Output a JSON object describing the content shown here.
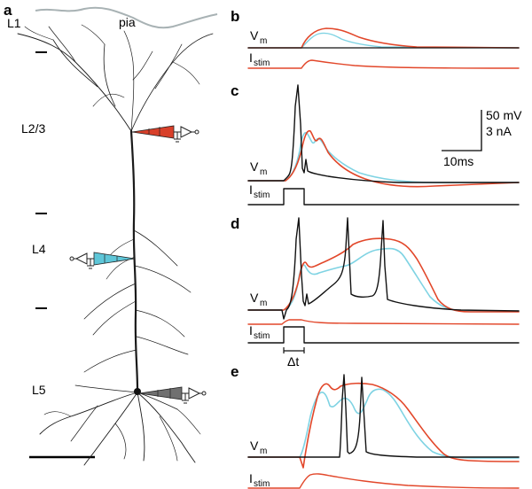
{
  "colors": {
    "black": "#111111",
    "red": "#e2472a",
    "cyan": "#7fd3e3",
    "grey_pia": "#a8b2b4",
    "pipette_red": "#d8402a",
    "pipette_cyan": "#5ec6d8",
    "pipette_grey": "#707070"
  },
  "panels": {
    "a": "a",
    "b": "b",
    "c": "c",
    "d": "d",
    "e": "e"
  },
  "layers": {
    "pia": "pia",
    "l1": "L1",
    "l23": "L2/3",
    "l4": "L4",
    "l5": "L5"
  },
  "traces": {
    "vm_main": "V",
    "vm_sub": "m",
    "istim_main": "I",
    "istim_sub": "stim",
    "delta_t": "Δt"
  },
  "scale_bar": {
    "voltage": "50 mV",
    "current": "3 nA",
    "time": "10ms"
  },
  "icons": {
    "pipette_apical": "pipette-electrode-icon",
    "pipette_mid": "pipette-electrode-icon",
    "pipette_soma": "pipette-electrode-icon",
    "amplifier": "amplifier-triangle-icon",
    "ground": "ground-symbol-icon"
  }
}
